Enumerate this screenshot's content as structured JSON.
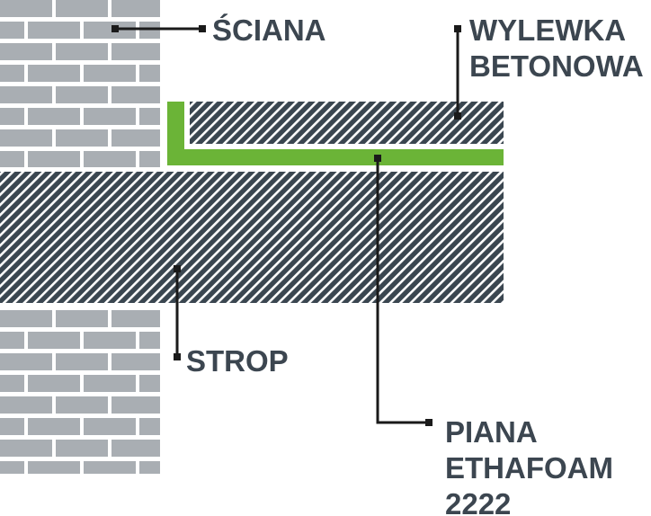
{
  "labels": {
    "wall": "ŚCIANA",
    "screed_line1": "WYLEWKA",
    "screed_line2": "BETONOWA",
    "slab": "STROP",
    "foam_line1": "PIANA",
    "foam_line2": "ETHAFOAM",
    "foam_line3": "2222"
  },
  "colors": {
    "brick": "#a9aeb3",
    "mortar": "#ffffff",
    "hatch_dark": "#3a4650",
    "hatch_light": "#ffffff",
    "foam": "#6bb437",
    "leader": "#1a1a1a",
    "text": "#3c4650"
  }
}
